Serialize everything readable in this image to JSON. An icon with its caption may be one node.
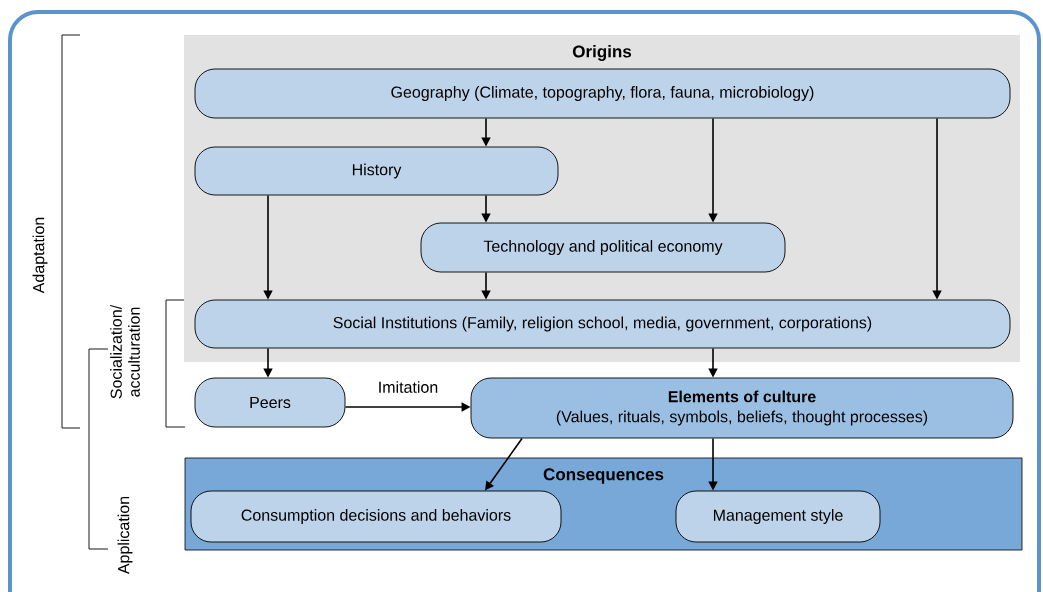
{
  "diagram": {
    "nodes": [
      {
        "text": [
          "Origins"
        ]
      },
      {
        "text": [
          "Geography (Climate, topography, flora, fauna, microbiology)"
        ],
        "in": 0
      },
      {
        "text": [
          "History"
        ],
        "in": 0
      },
      {
        "text": [
          "Technology and political economy"
        ],
        "in": 0
      },
      {
        "text": [
          "Social Institutions (Family, religion school, media, government, corporations)"
        ],
        "in": 0
      },
      {
        "text": [
          "Peers"
        ]
      },
      {
        "text": [
          "Elements of culture",
          "(Values, rituals, symbols, beliefs, thought processes)"
        ]
      },
      {
        "text": [
          "Consequences"
        ]
      },
      {
        "text": [
          "Consumption decisions and behaviors"
        ],
        "in": 7
      },
      {
        "text": [
          "Management style"
        ],
        "in": 7
      }
    ],
    "edges": [
      {
        "from": 1,
        "to": 2,
        "arrow": "to"
      },
      {
        "from": 1,
        "to": 3,
        "arrow": "to"
      },
      {
        "from": 1,
        "to": 4,
        "arrow": "to"
      },
      {
        "from": 2,
        "to": 3,
        "arrow": "to"
      },
      {
        "from": 2,
        "to": 4,
        "arrow": "to"
      },
      {
        "from": 3,
        "to": 4,
        "arrow": "to"
      },
      {
        "from": 4,
        "to": 5,
        "arrow": "to"
      },
      {
        "from": 4,
        "to": 6,
        "arrow": "to"
      },
      {
        "from": 5,
        "to": 6,
        "arrow": "to",
        "label": "Imitation"
      },
      {
        "from": 6,
        "to": 8,
        "arrow": "to"
      },
      {
        "from": 6,
        "to": 9,
        "arrow": "to"
      }
    ],
    "labels": [
      "Adaptation",
      "Socialization/ acculturation",
      "Application"
    ]
  }
}
